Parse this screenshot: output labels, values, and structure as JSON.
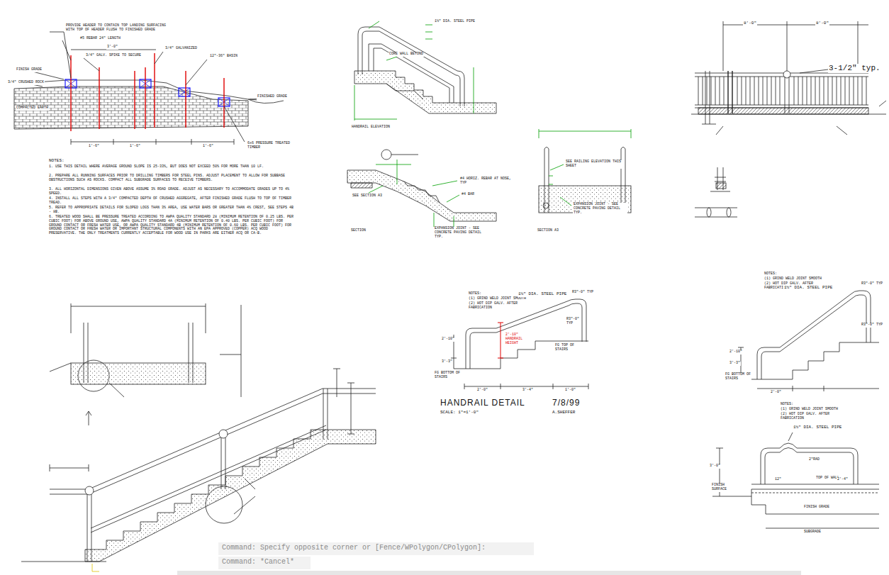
{
  "diagram": {
    "labels": [
      "PROVIDE HEADER TO CONTAIN TOP LANDING SURFACING WITH TOP OF HEADER FLUSH TO FINISHED GRADE",
      "#5 REBAR 24\" LENGTH",
      "3/4\" GALV. SPIKE TO SECURE",
      "3/4\" GALVANIZED",
      "12\"-36\" BASIN",
      "FINISH GRADE",
      "3/4\" CRUSHED ROCK",
      "COMPACTED EARTH",
      "FINISHED GRADE",
      "6x6 PRESSURE TREATED TIMBER",
      "3'-0\"",
      "1'-6\"",
      "1'-6\"",
      "1'-6\"",
      "NOTES:",
      "1. USE THIS DETAIL WHERE AVERAGE GROUND SLOPE IS 25-33%, BUT DOES NOT EXCEED 50% FOR MORE THAN 10 LF.",
      "2. PREPARE ALL RUNNING SURFACES PRIOR TO DRILLING TIMBERS FOR STEEL PINS. ADJUST PLACEMENT TO ALLOW FOR SUBBASE OBSTRUCTIONS SUCH AS ROCKS. COMPACT ALL SUBGRADE SURFACES TO RECEIVE TIMBERS.",
      "3. ALL HORIZONTAL DIMENSIONS GIVEN ABOVE ASSUME 3% ROAD GRADE. ADJUST AS NECESSARY TO ACCOMMODATE GRADES UP TO 4% SPEED.",
      "4. INSTALL ALL STEPS WITH A 3/4\" COMPACTED DEPTH OF CRUSHED AGGREGATE, AFTER FINISHED GRADE FLUSH TO TOP OF TIMBER TREAD.",
      "5. REFER TO APPROPRIATE DETAILS FOR SLOPED LOGS THAN 3% AREA, USE WATER BARS OR GREATER THAN 4% CREST, SEE STEPS 4B - 8B.",
      "6. TREATED WOOD SHALL BE PRESSURE TREATED ACCORDING TO AWPA QUALITY STANDARD 28 (MINIMUM RETENTION OF 0.25 LBS. PER CUBIC FOOT) FOR ABOVE GROUND USE, AWPA QUALITY STANDARD 4A (MINIMUM RETENTION OF 0.40 LBS. PER CUBIC FOOT) FOR GROUND CONTACT OR FRESH WATER USE, OR AWPA QUALITY STANDARD 4B (MINIMUM RETENTION OF 0.60 LBS. PER CUBIC FOOT) FOR GROUND CONTACT OR FRESH WATER OR IMPORTANT STRUCTURAL COMPONENTS WITH AN EPA APPROVED (COPPER) ACQ WOOD PRESERVATIVE. THE ONLY TREATMENTS CURRENTLY ACCEPTABLE FOR WOOD USE IN PARKS ARE EITHER ACQ OR CA-B.",
      "HANDRAIL ELEVATION",
      "1½\" DIA. STEEL PIPE",
      "CORE WALL BEYOND",
      "SECTION",
      "SEE SECTION A3",
      "#4 HORIZ. REBAR AT NOSE, TYP",
      "#4 BAR",
      "EXPANSION JOINT - SEE CONCRETE PAVING DETAIL TYP.",
      "SECTION A3",
      "SEE RAILING ELEVATION THIS SHEET",
      "EXPANSION JOINT - SEE CONCRETE PAVING DETAIL TYP.",
      "3-1/2\" typ.",
      "8'-0\"",
      "8'-0\"",
      "NOTES:",
      "(1) GRIND WELD JOINT SMOOTH",
      "(2) HOT DIP GALV. AFTER FABRICATION",
      "1½\" DIA. STEEL PIPE",
      "R3\"-0\" TYP",
      "R3\"-0\" TYP",
      "2'-10\"",
      "3'-3\"",
      "FG BOTTOM OF STAIRS",
      "2'-0\"",
      "NOTES:",
      "(1) GRIND WELD JOINT SMOOTH",
      "(2) HOT DIP GALV. AFTER FABRICATION",
      "1½\" DIA. STEEL PIPE",
      "R3\"-0\" TYP",
      "R3\"-0\" TYP",
      "2'-10\" HANDRAIL HEIGHT",
      "FG TOP OF STAIRS",
      "2'-10\"",
      "3'-3\"",
      "FG BOTTOM OF STAIRS",
      "2'-0\"",
      "3'-4\"",
      "1'-0\"",
      "HANDRAIL DETAIL",
      "7/8/99",
      "SCALE: 1\"=1'-0\"",
      "A.SHEFFER",
      "NOTES:",
      "(1) GRIND WELD JOINT SMOOTH",
      "(2) HOT DIP GALV. AFTER FABRICATION",
      "1½\" DIA. STEEL PIPE",
      "2\"RAD",
      "3'-0\"",
      "FINISH SURFACE",
      "TOP OF WALL",
      "FINISH GRADE",
      "SUBGRADE",
      "12\"",
      "2'-4\"",
      "Command: Specify opposite corner or [Fence/WPolygon/CPolygon]:",
      "Command: *Cancel*"
    ]
  }
}
